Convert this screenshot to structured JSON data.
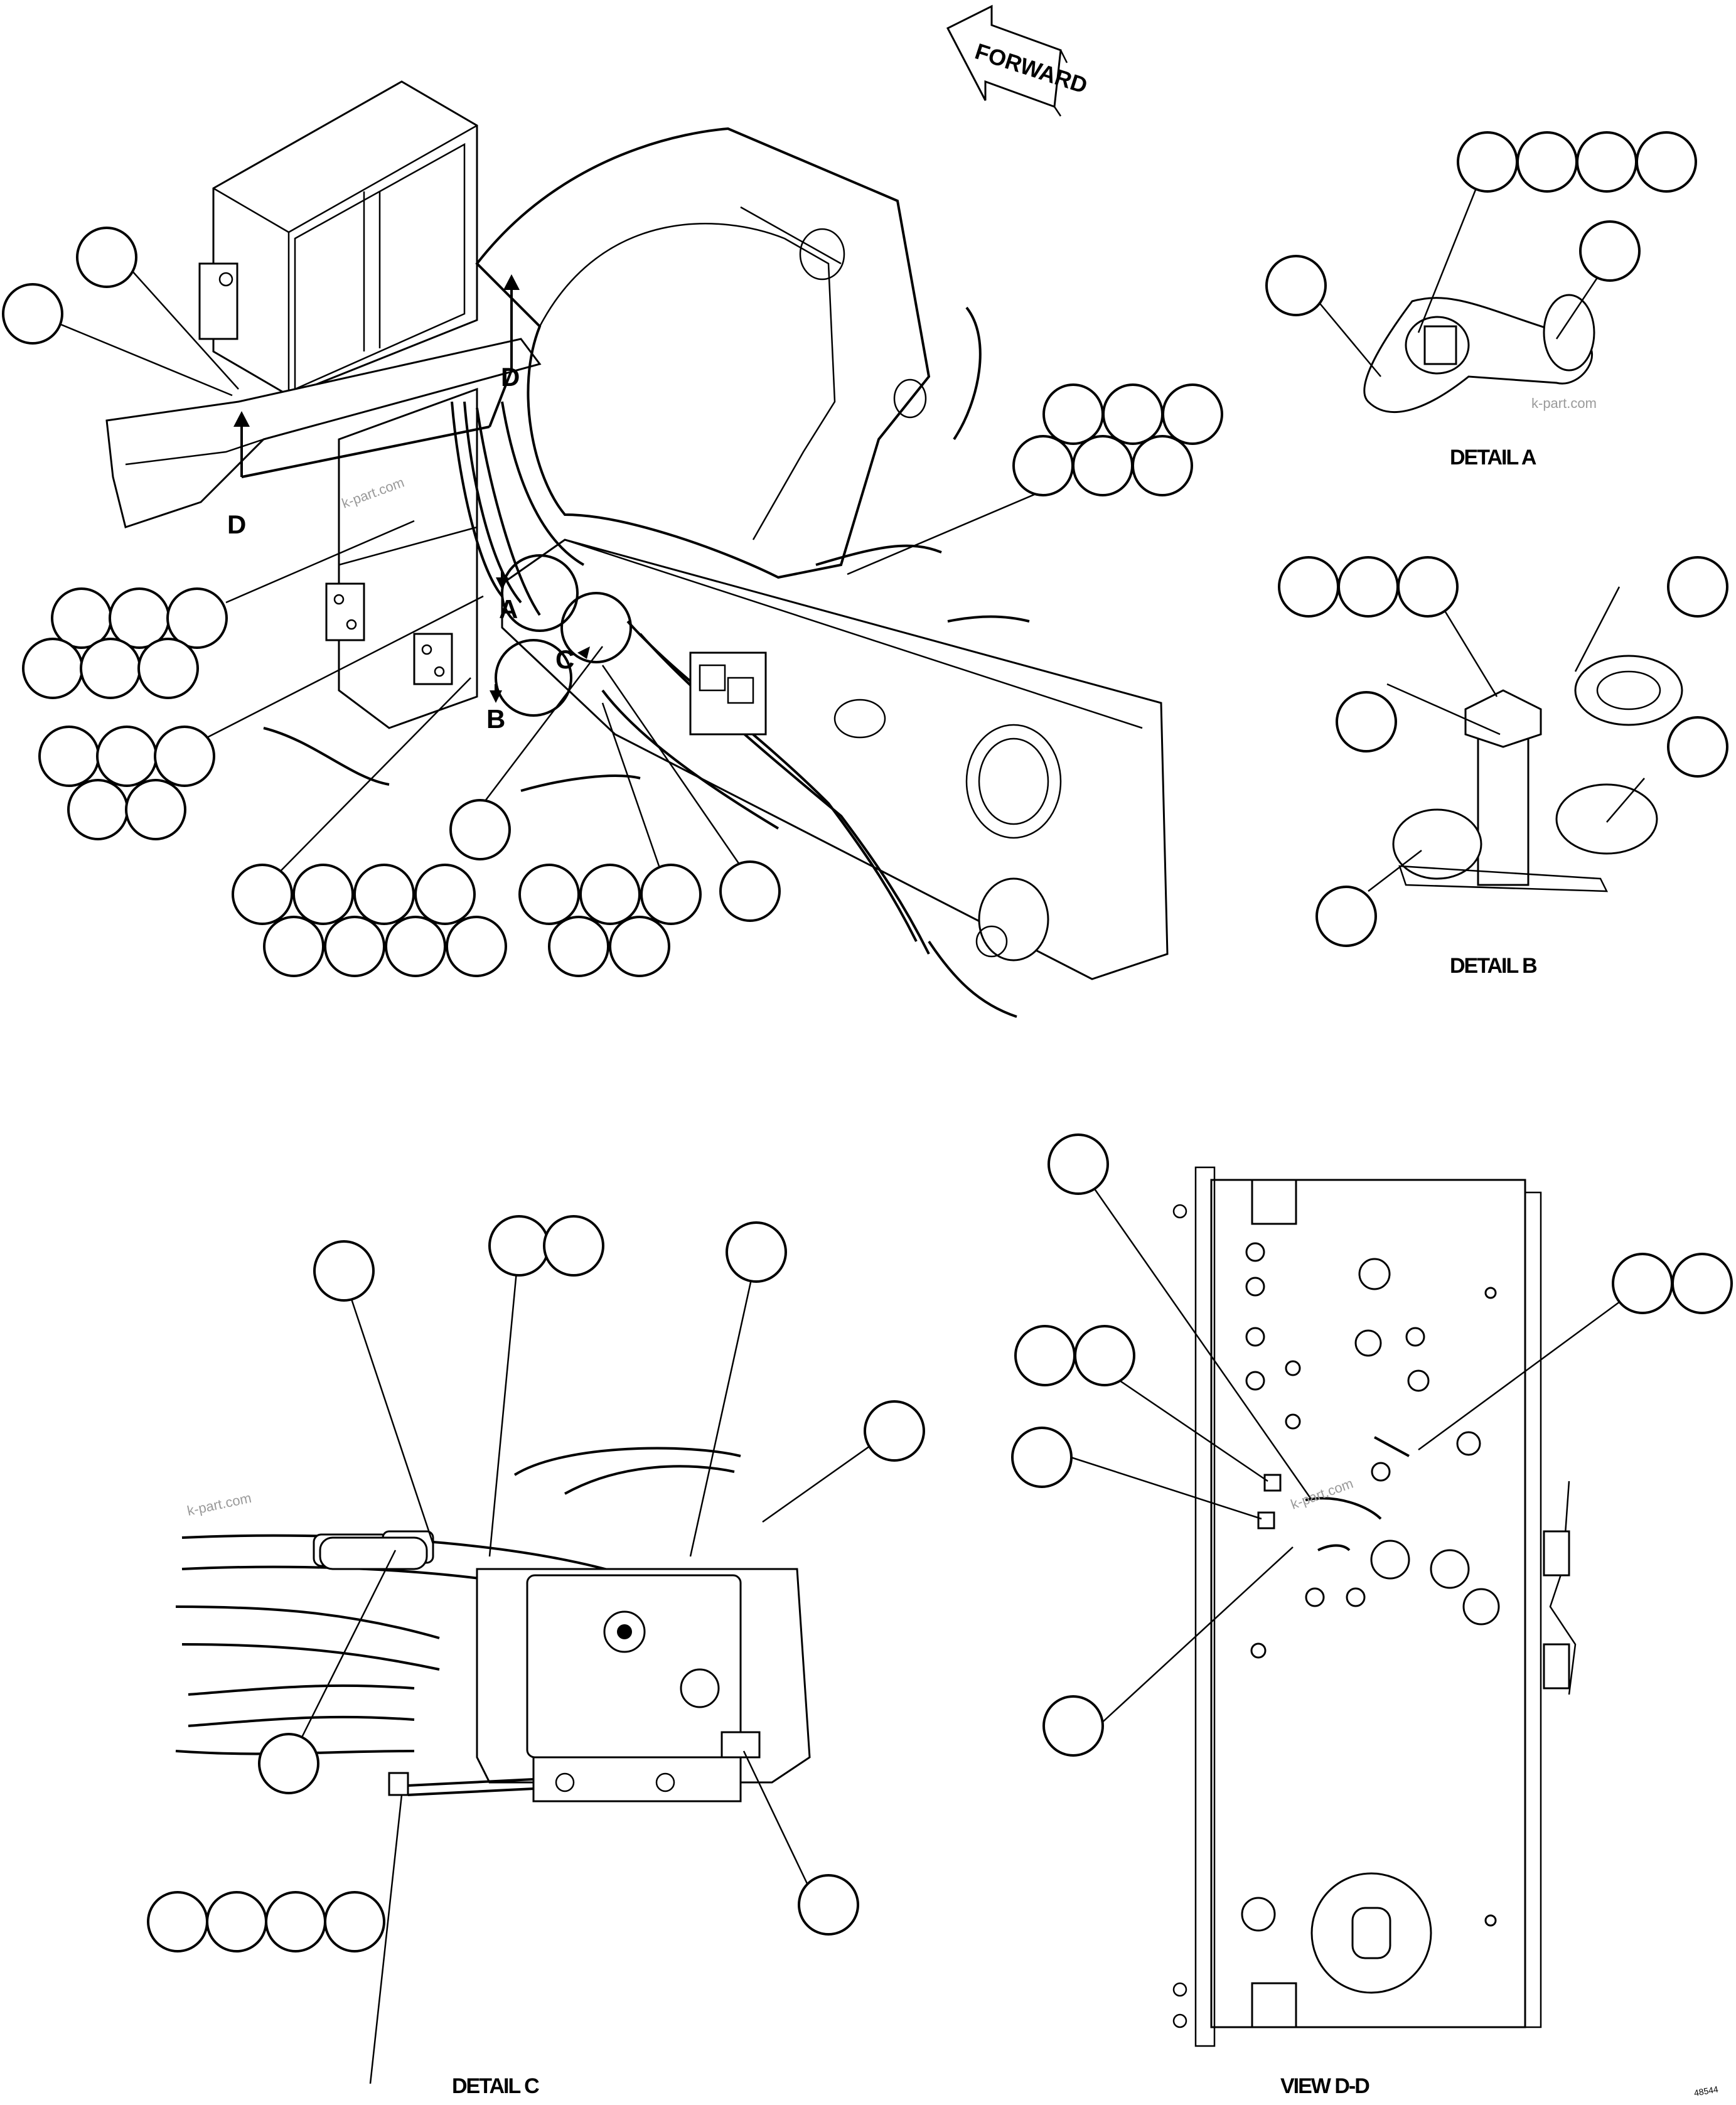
{
  "labels": {
    "forward": "FORWARD",
    "section_d_top": "D",
    "section_d_bottom": "D",
    "detail_ref_a": "A",
    "detail_ref_b": "B",
    "detail_ref_c": "C",
    "detail_a_caption": "DETAIL A",
    "detail_b_caption": "DETAIL B",
    "detail_c_caption": "DETAIL C",
    "view_dd_caption": "VIEW D-D",
    "drawing_number": "48544"
  },
  "watermark": "k-part.com"
}
